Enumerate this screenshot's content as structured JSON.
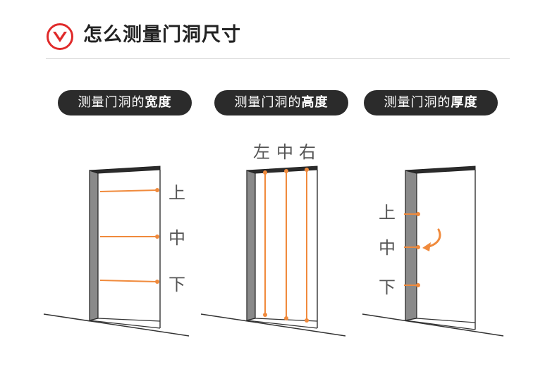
{
  "header": {
    "title": "怎么测量门洞尺寸",
    "icon": "chevron-down-circle-icon",
    "accent": "#e02a2a"
  },
  "colors": {
    "measure_line": "#f08a3c",
    "frame": "#8a8a8a",
    "pill_bg": "#2b2b2b"
  },
  "panels": [
    {
      "prefix": "测量门洞的",
      "emphasis": "宽度",
      "labels": [
        "上",
        "中",
        "下"
      ]
    },
    {
      "prefix": "测量门洞的",
      "emphasis": "高度",
      "labels": [
        "左",
        "中",
        "右"
      ]
    },
    {
      "prefix": "测量门洞的",
      "emphasis": "厚度",
      "labels": [
        "上",
        "中",
        "下"
      ]
    }
  ]
}
